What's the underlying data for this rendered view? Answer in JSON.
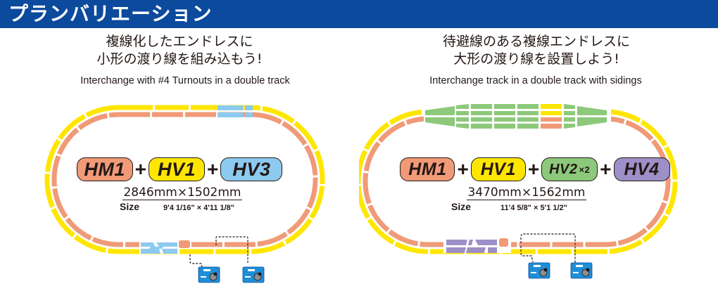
{
  "header": {
    "title": "プランバリエーション",
    "background_color": "#0b4a9c",
    "text_color": "#ffffff"
  },
  "colors": {
    "HM1": "#f09a78",
    "HV1": "#ffe600",
    "HV2": "#8cc97a",
    "HV3": "#8ccaf0",
    "HV4": "#9d8fc7",
    "controller": "#1e8fd6"
  },
  "plans": [
    {
      "title_jp_line1": "複線化したエンドレスに",
      "title_jp_line2": "小形の渡り線を組み込もう!",
      "title_en": "Interchange with #4 Turnouts in a double track",
      "badges": [
        {
          "label": "HM1",
          "multiplier": ""
        },
        {
          "label": "HV1",
          "multiplier": ""
        },
        {
          "label": "HV3",
          "multiplier": ""
        }
      ],
      "plus": "+",
      "size_mm": "2846mm×1502mm",
      "size_label": "Size",
      "size_imperial": "9'4 1/16\" × 4'11 1/8\"",
      "controllers": [
        "turnout-controller-1",
        "turnout-controller-2"
      ]
    },
    {
      "title_jp_line1": "待避線のある複線エンドレスに",
      "title_jp_line2": "大形の渡り線を設置しよう!",
      "title_en": "Interchange track in a double track with sidings",
      "badges": [
        {
          "label": "HM1",
          "multiplier": ""
        },
        {
          "label": "HV1",
          "multiplier": ""
        },
        {
          "label": "HV2",
          "multiplier": "×2"
        },
        {
          "label": "HV4",
          "multiplier": ""
        }
      ],
      "plus": "+",
      "size_mm": "3470mm×1562mm",
      "size_label": "Size",
      "size_imperial": "11'4 5/8\" × 5'1 1/2\"",
      "controllers": [
        "turnout-controller-1",
        "turnout-controller-2"
      ]
    }
  ]
}
